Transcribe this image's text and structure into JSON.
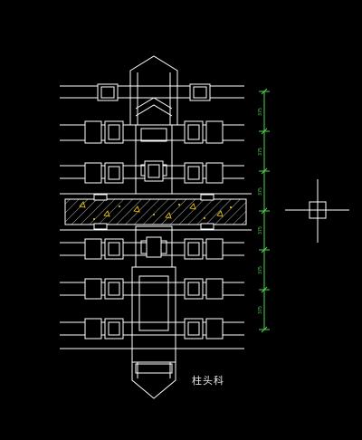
{
  "drawing": {
    "caption": "柱头科",
    "dimensions": [
      "375",
      "375",
      "375",
      "375",
      "375",
      "375"
    ],
    "colors": {
      "background": "#000000",
      "line": "#ffffff",
      "dimension": "#4fd34f",
      "hatch": "#ffd400",
      "axis": "#cccccc"
    },
    "icons": [
      "crosshair-symbol"
    ]
  }
}
